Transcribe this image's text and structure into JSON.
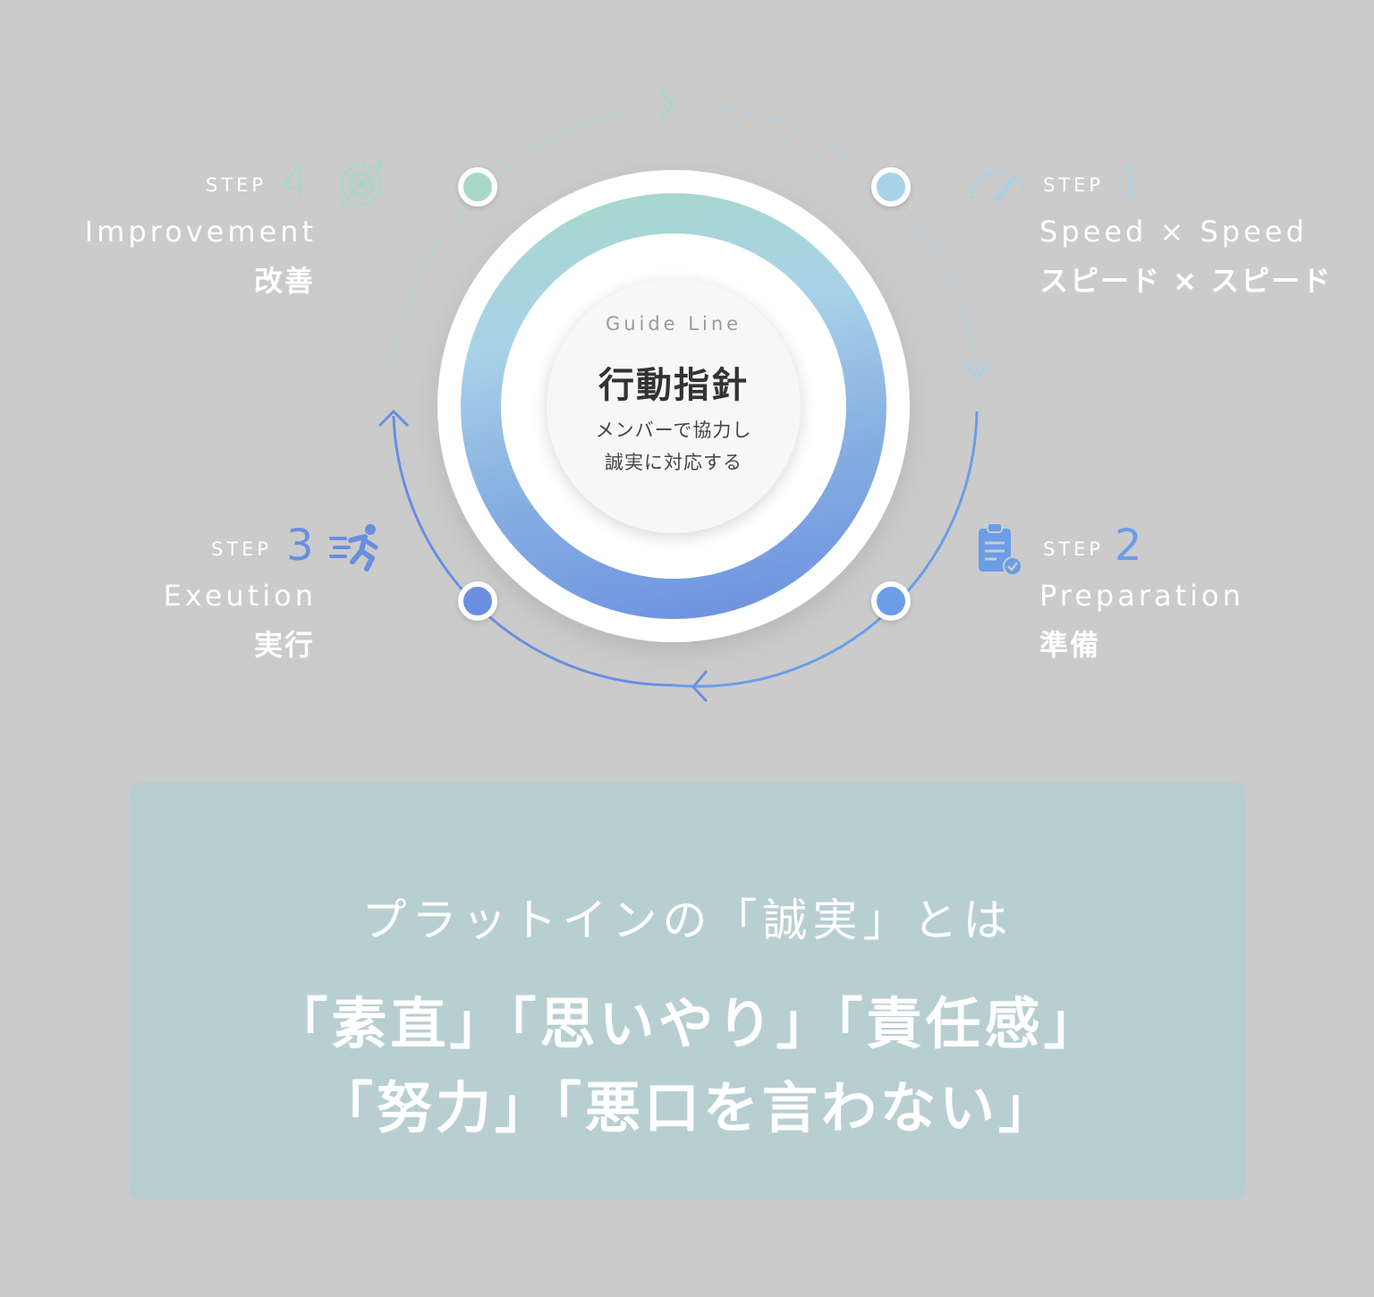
{
  "center": {
    "label": "Guide Line",
    "title": "行動指針",
    "desc_line1": "メンバーで協力し",
    "desc_line2": "誠実に対応する"
  },
  "steps": [
    {
      "step_label": "STEP",
      "number": "1",
      "title_en": "Speed × Speed",
      "title_jp": "スピード × スピード",
      "icon": "speedometer-icon",
      "color": "#a9d2e8"
    },
    {
      "step_label": "STEP",
      "number": "2",
      "title_en": "Preparation",
      "title_jp": "準備",
      "icon": "clipboard-check-icon",
      "color": "#6a9ee6"
    },
    {
      "step_label": "STEP",
      "number": "3",
      "title_en": "Exeution",
      "title_jp": "実行",
      "icon": "running-person-icon",
      "color": "#6a8ee0"
    },
    {
      "step_label": "STEP",
      "number": "4",
      "title_en": "Improvement",
      "title_jp": "改善",
      "icon": "gear-cycle-icon",
      "color": "#a8d8c8"
    }
  ],
  "panel": {
    "lead": "プラットインの「誠実」とは",
    "line1": "「素直」「思いやり」「責任感」",
    "line2": "「努力」「悪口を言わない」",
    "background": "#b8cfd1"
  }
}
